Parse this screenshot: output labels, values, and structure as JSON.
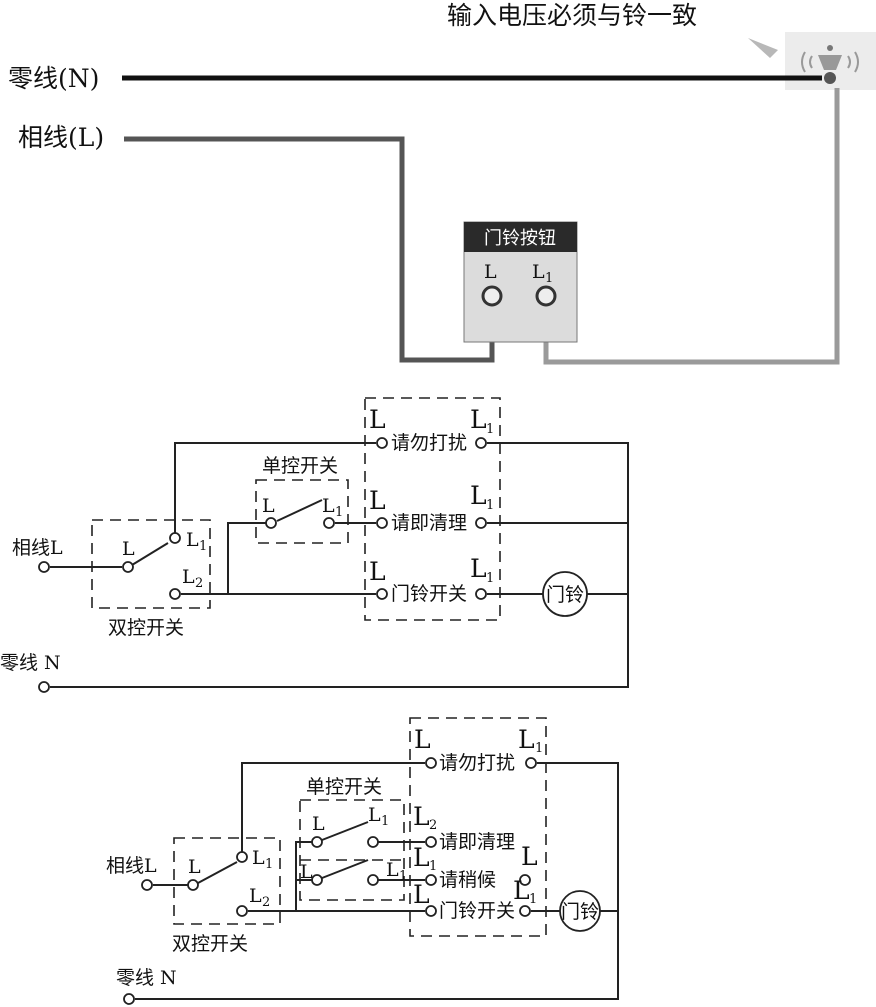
{
  "top": {
    "note": "输入电压必须与铃一致",
    "neutral": "零线(N)",
    "phase": "相线(L)",
    "button_title": "门铃按钮",
    "term_l": "L",
    "term_l1": "L",
    "sub_1": "1"
  },
  "mid": {
    "single_switch": "单控开关",
    "double_switch": "双控开关",
    "phase": "相线L",
    "neutral": "零线 N",
    "dnd": "请勿打扰",
    "clean": "请即清理",
    "bell_switch": "门铃开关",
    "bell": "门铃",
    "L": "L",
    "one": "1",
    "two": "2"
  },
  "bot": {
    "single_switch": "单控开关",
    "double_switch": "双控开关",
    "phase": "相线L",
    "neutral": "零线 N",
    "dnd": "请勿打扰",
    "clean": "请即清理",
    "wait": "请稍候",
    "bell_switch": "门铃开关",
    "bell": "门铃",
    "L": "L",
    "one": "1",
    "two": "2"
  }
}
